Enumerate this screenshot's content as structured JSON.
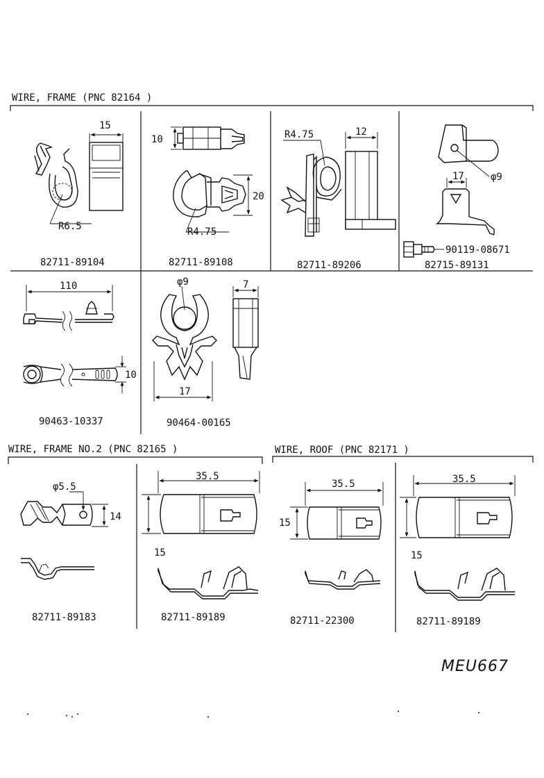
{
  "sections": {
    "frame": "WIRE, FRAME (PNC 82164 )",
    "frame_no2": "WIRE, FRAME  NO.2 (PNC 82165 )",
    "roof": "WIRE, ROOF (PNC 82171 )"
  },
  "parts": {
    "p1": {
      "number": "82711-89104",
      "dim_width": "15",
      "radius": "R6.5"
    },
    "p2": {
      "number": "82711-89108",
      "dim_height": "10",
      "dim_side": "20",
      "radius": "R4.75"
    },
    "p3": {
      "number": "82711-89206",
      "radius": "R4.75",
      "dim_width": "12"
    },
    "p4": {
      "number": "82715-89131",
      "bolt_number": "90119-08671",
      "dim_width": "17",
      "hole": "φ9"
    },
    "p5": {
      "number": "90463-10337",
      "dim_length": "110",
      "dim_height": "10"
    },
    "p6": {
      "number": "90464-00165",
      "hole": "φ9",
      "dim_thick": "7",
      "dim_width": "17"
    },
    "p7": {
      "number": "82711-89183",
      "hole": "φ5.5",
      "dim_height": "14"
    },
    "p8": {
      "number": "82711-89189",
      "dim_length": "35.5",
      "dim_height": "15"
    },
    "p9": {
      "number": "82711-22300",
      "dim_length": "35.5",
      "dim_height": "15"
    },
    "p10": {
      "number": "82711-89189",
      "dim_length": "35.5",
      "dim_height": "15"
    }
  },
  "stamp": "MEU667"
}
